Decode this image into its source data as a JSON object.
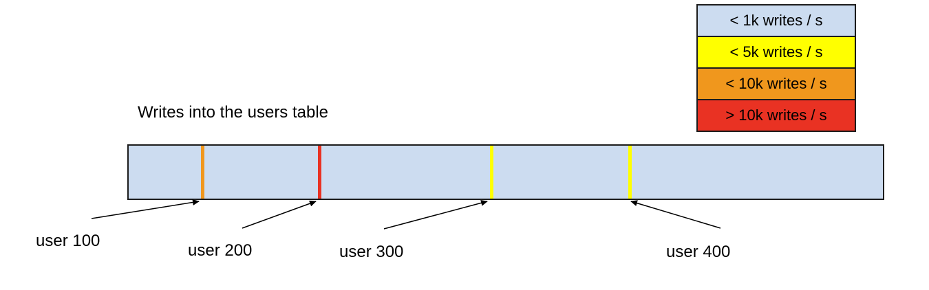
{
  "title": "Writes into the users table",
  "legend": {
    "items": [
      {
        "label": "< 1k writes / s",
        "color": "#ccdcf0"
      },
      {
        "label": "< 5k writes / s",
        "color": "#ffff00"
      },
      {
        "label": "< 10k writes / s",
        "color": "#f0971d"
      },
      {
        "label": "> 10k writes / s",
        "color": "#e93223"
      }
    ]
  },
  "bar": {
    "fill": "#ccdcf0"
  },
  "markers": [
    {
      "user_label": "user 100",
      "color": "#f0971d"
    },
    {
      "user_label": "user 200",
      "color": "#e93223"
    },
    {
      "user_label": "user 300",
      "color": "#ffff00"
    },
    {
      "user_label": "user 400",
      "color": "#ffff00"
    }
  ]
}
